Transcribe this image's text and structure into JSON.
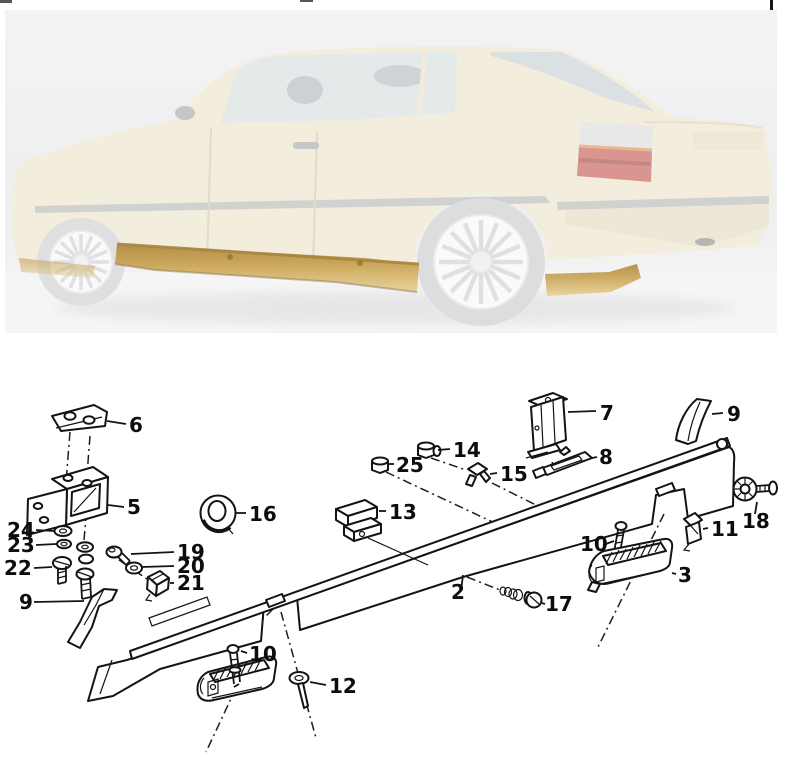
{
  "colors": {
    "sill_gold": "#cda95e",
    "gold_edge": "#a8853f",
    "diagram_line": "#141414",
    "photo_background": "#e9e9eb",
    "body_paint": "#ece2c6",
    "tail_light_red": "#c05048"
  },
  "photo": {
    "description": "Faded studio photo of a beige BMW 3 Series Compact, rear three-quarter view, with the rocker panel sill trim highlighted in gold"
  },
  "diagram": {
    "callouts": [
      {
        "part": "6"
      },
      {
        "part": "5"
      },
      {
        "part": "16"
      },
      {
        "part": "24"
      },
      {
        "part": "23"
      },
      {
        "part": "22"
      },
      {
        "part": "19"
      },
      {
        "part": "20"
      },
      {
        "part": "21"
      },
      {
        "part": "9"
      },
      {
        "part": "13"
      },
      {
        "part": "25"
      },
      {
        "part": "14"
      },
      {
        "part": "15"
      },
      {
        "part": "7"
      },
      {
        "part": "8"
      },
      {
        "part": "9"
      },
      {
        "part": "18"
      },
      {
        "part": "11"
      },
      {
        "part": "10"
      },
      {
        "part": "3"
      },
      {
        "part": "2"
      },
      {
        "part": "17"
      },
      {
        "part": "10"
      },
      {
        "part": "12"
      }
    ]
  }
}
